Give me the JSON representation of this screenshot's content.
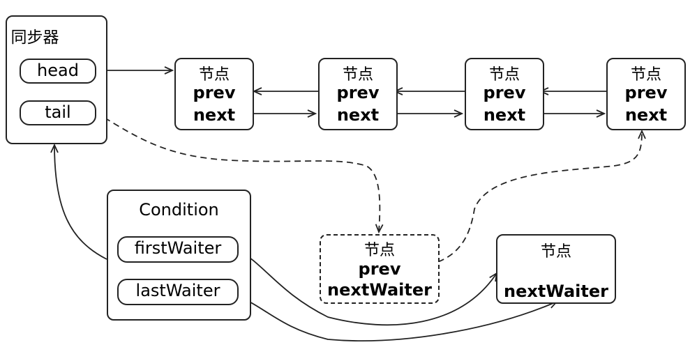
{
  "synchronizer": {
    "title": "同步器",
    "head": "head",
    "tail": "tail"
  },
  "sync_nodes": [
    {
      "title": "节点",
      "prev": "prev",
      "next": "next"
    },
    {
      "title": "节点",
      "prev": "prev",
      "next": "next"
    },
    {
      "title": "节点",
      "prev": "prev",
      "next": "next"
    },
    {
      "title": "节点",
      "prev": "prev",
      "next": "next"
    }
  ],
  "condition": {
    "title": "Condition",
    "first_waiter": "firstWaiter",
    "last_waiter": "lastWaiter"
  },
  "wait_node_moving": {
    "title": "节点",
    "prev": "prev",
    "next_waiter": "nextWaiter"
  },
  "wait_node_tail": {
    "title": "节点",
    "next_waiter": "nextWaiter"
  },
  "colors": {
    "stroke": "#222222",
    "background": "#ffffff"
  }
}
